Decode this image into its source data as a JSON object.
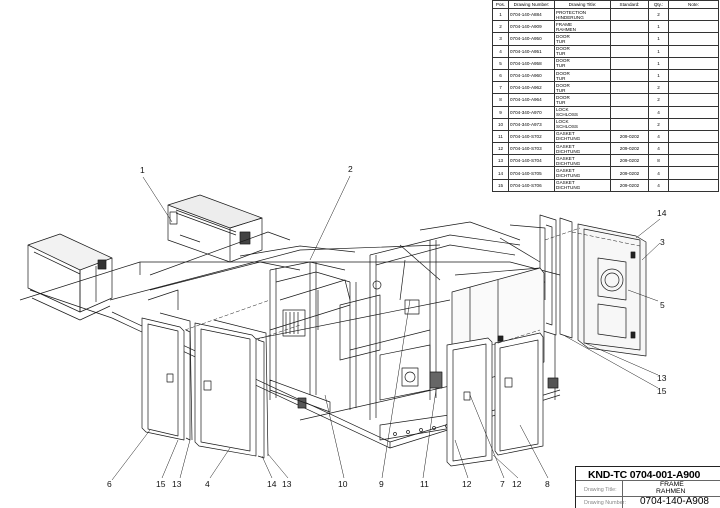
{
  "parts_list": {
    "headers": [
      "Pos.",
      "Drawing Number:",
      "Drawing Title:",
      "Standard:",
      "Qty.:",
      "Note:"
    ],
    "rows": [
      {
        "pos": "1",
        "number": "0704-140-A884",
        "title": [
          "PROTECTION",
          "HINDERUNG"
        ],
        "standard": "",
        "qty": "2"
      },
      {
        "pos": "2",
        "number": "0704-140-A909",
        "title": [
          "FRAME",
          "RAHMEN"
        ],
        "standard": "",
        "qty": "1"
      },
      {
        "pos": "3",
        "number": "0704-140-A950",
        "title": [
          "DOOR",
          "TUR"
        ],
        "standard": "",
        "qty": "1"
      },
      {
        "pos": "4",
        "number": "0704-140-A951",
        "title": [
          "DOOR",
          "TUR"
        ],
        "standard": "",
        "qty": "1"
      },
      {
        "pos": "5",
        "number": "0704-140-A958",
        "title": [
          "DOOR",
          "TUR"
        ],
        "standard": "",
        "qty": "1"
      },
      {
        "pos": "6",
        "number": "0704-140-A960",
        "title": [
          "DOOR",
          "TUR"
        ],
        "standard": "",
        "qty": "1"
      },
      {
        "pos": "7",
        "number": "0704-140-A962",
        "title": [
          "DOOR",
          "TUR"
        ],
        "standard": "",
        "qty": "2"
      },
      {
        "pos": "8",
        "number": "0704-140-A964",
        "title": [
          "DOOR",
          "TUR"
        ],
        "standard": "",
        "qty": "2"
      },
      {
        "pos": "9",
        "number": "0704-340-A970",
        "title": [
          "LOCK",
          "SCHLOSS"
        ],
        "standard": "",
        "qty": "4"
      },
      {
        "pos": "10",
        "number": "0704-340-A973",
        "title": [
          "LOCK",
          "SCHLOSS"
        ],
        "standard": "",
        "qty": "2"
      },
      {
        "pos": "11",
        "number": "0704-140-S702",
        "title": [
          "GASKET",
          "DICHTUNG"
        ],
        "standard": "209-0202",
        "qty": "4"
      },
      {
        "pos": "12",
        "number": "0704-140-S703",
        "title": [
          "GASKET",
          "DICHTUNG"
        ],
        "standard": "209-0202",
        "qty": "4"
      },
      {
        "pos": "13",
        "number": "0704-140-S704",
        "title": [
          "GASKET",
          "DICHTUNG"
        ],
        "standard": "209-0202",
        "qty": "8"
      },
      {
        "pos": "14",
        "number": "0704-140-S705",
        "title": [
          "GASKET",
          "DICHTUNG"
        ],
        "standard": "209-0202",
        "qty": "4"
      },
      {
        "pos": "15",
        "number": "0704-140-S706",
        "title": [
          "GASKET",
          "DICHTUNG"
        ],
        "standard": "209-0202",
        "qty": "4"
      }
    ]
  },
  "title_block": {
    "assembly_number": "KND-TC  0704-001-A900",
    "drawing_title_label": "Drawing Title:",
    "drawing_title": [
      "FRAME",
      "RAHMEN"
    ],
    "drawing_number_label": "Drawing Number:",
    "drawing_number": "0704-140-A908"
  },
  "callouts": [
    "1",
    "2",
    "14",
    "3",
    "5",
    "13",
    "15",
    "6",
    "15",
    "13",
    "4",
    "14",
    "13",
    "10",
    "9",
    "11",
    "12",
    "7",
    "12",
    "8"
  ]
}
